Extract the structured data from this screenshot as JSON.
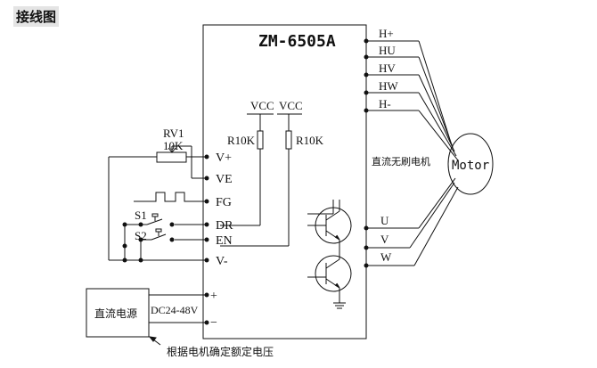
{
  "title": "接线图",
  "controller": {
    "model": "ZM-6505A",
    "pins_left": [
      "V+",
      "VE",
      "FG",
      "DR",
      "EN",
      "V-"
    ],
    "pins_right_hall": [
      "H+",
      "HU",
      "HV",
      "HW",
      "H-"
    ],
    "pins_right_phase": [
      "U",
      "V",
      "W"
    ],
    "motor_note": "直流无刷电机",
    "supply_pins": [
      "+",
      "−"
    ]
  },
  "pullups": {
    "vcc_labels": [
      "VCC",
      "VCC"
    ],
    "resistor_labels": [
      "R10K",
      "R10K"
    ]
  },
  "potentiometer": {
    "name": "RV1",
    "value": "10K"
  },
  "switches": [
    "S1",
    "S2"
  ],
  "power_supply": {
    "label": "直流电源",
    "voltage": "DC24-48V",
    "note": "根据电机确定额定电压"
  },
  "motor": {
    "label": "Motor"
  },
  "colors": {
    "line": "#111111",
    "background": "#ffffff",
    "title_bg": "#e4e4e4"
  }
}
